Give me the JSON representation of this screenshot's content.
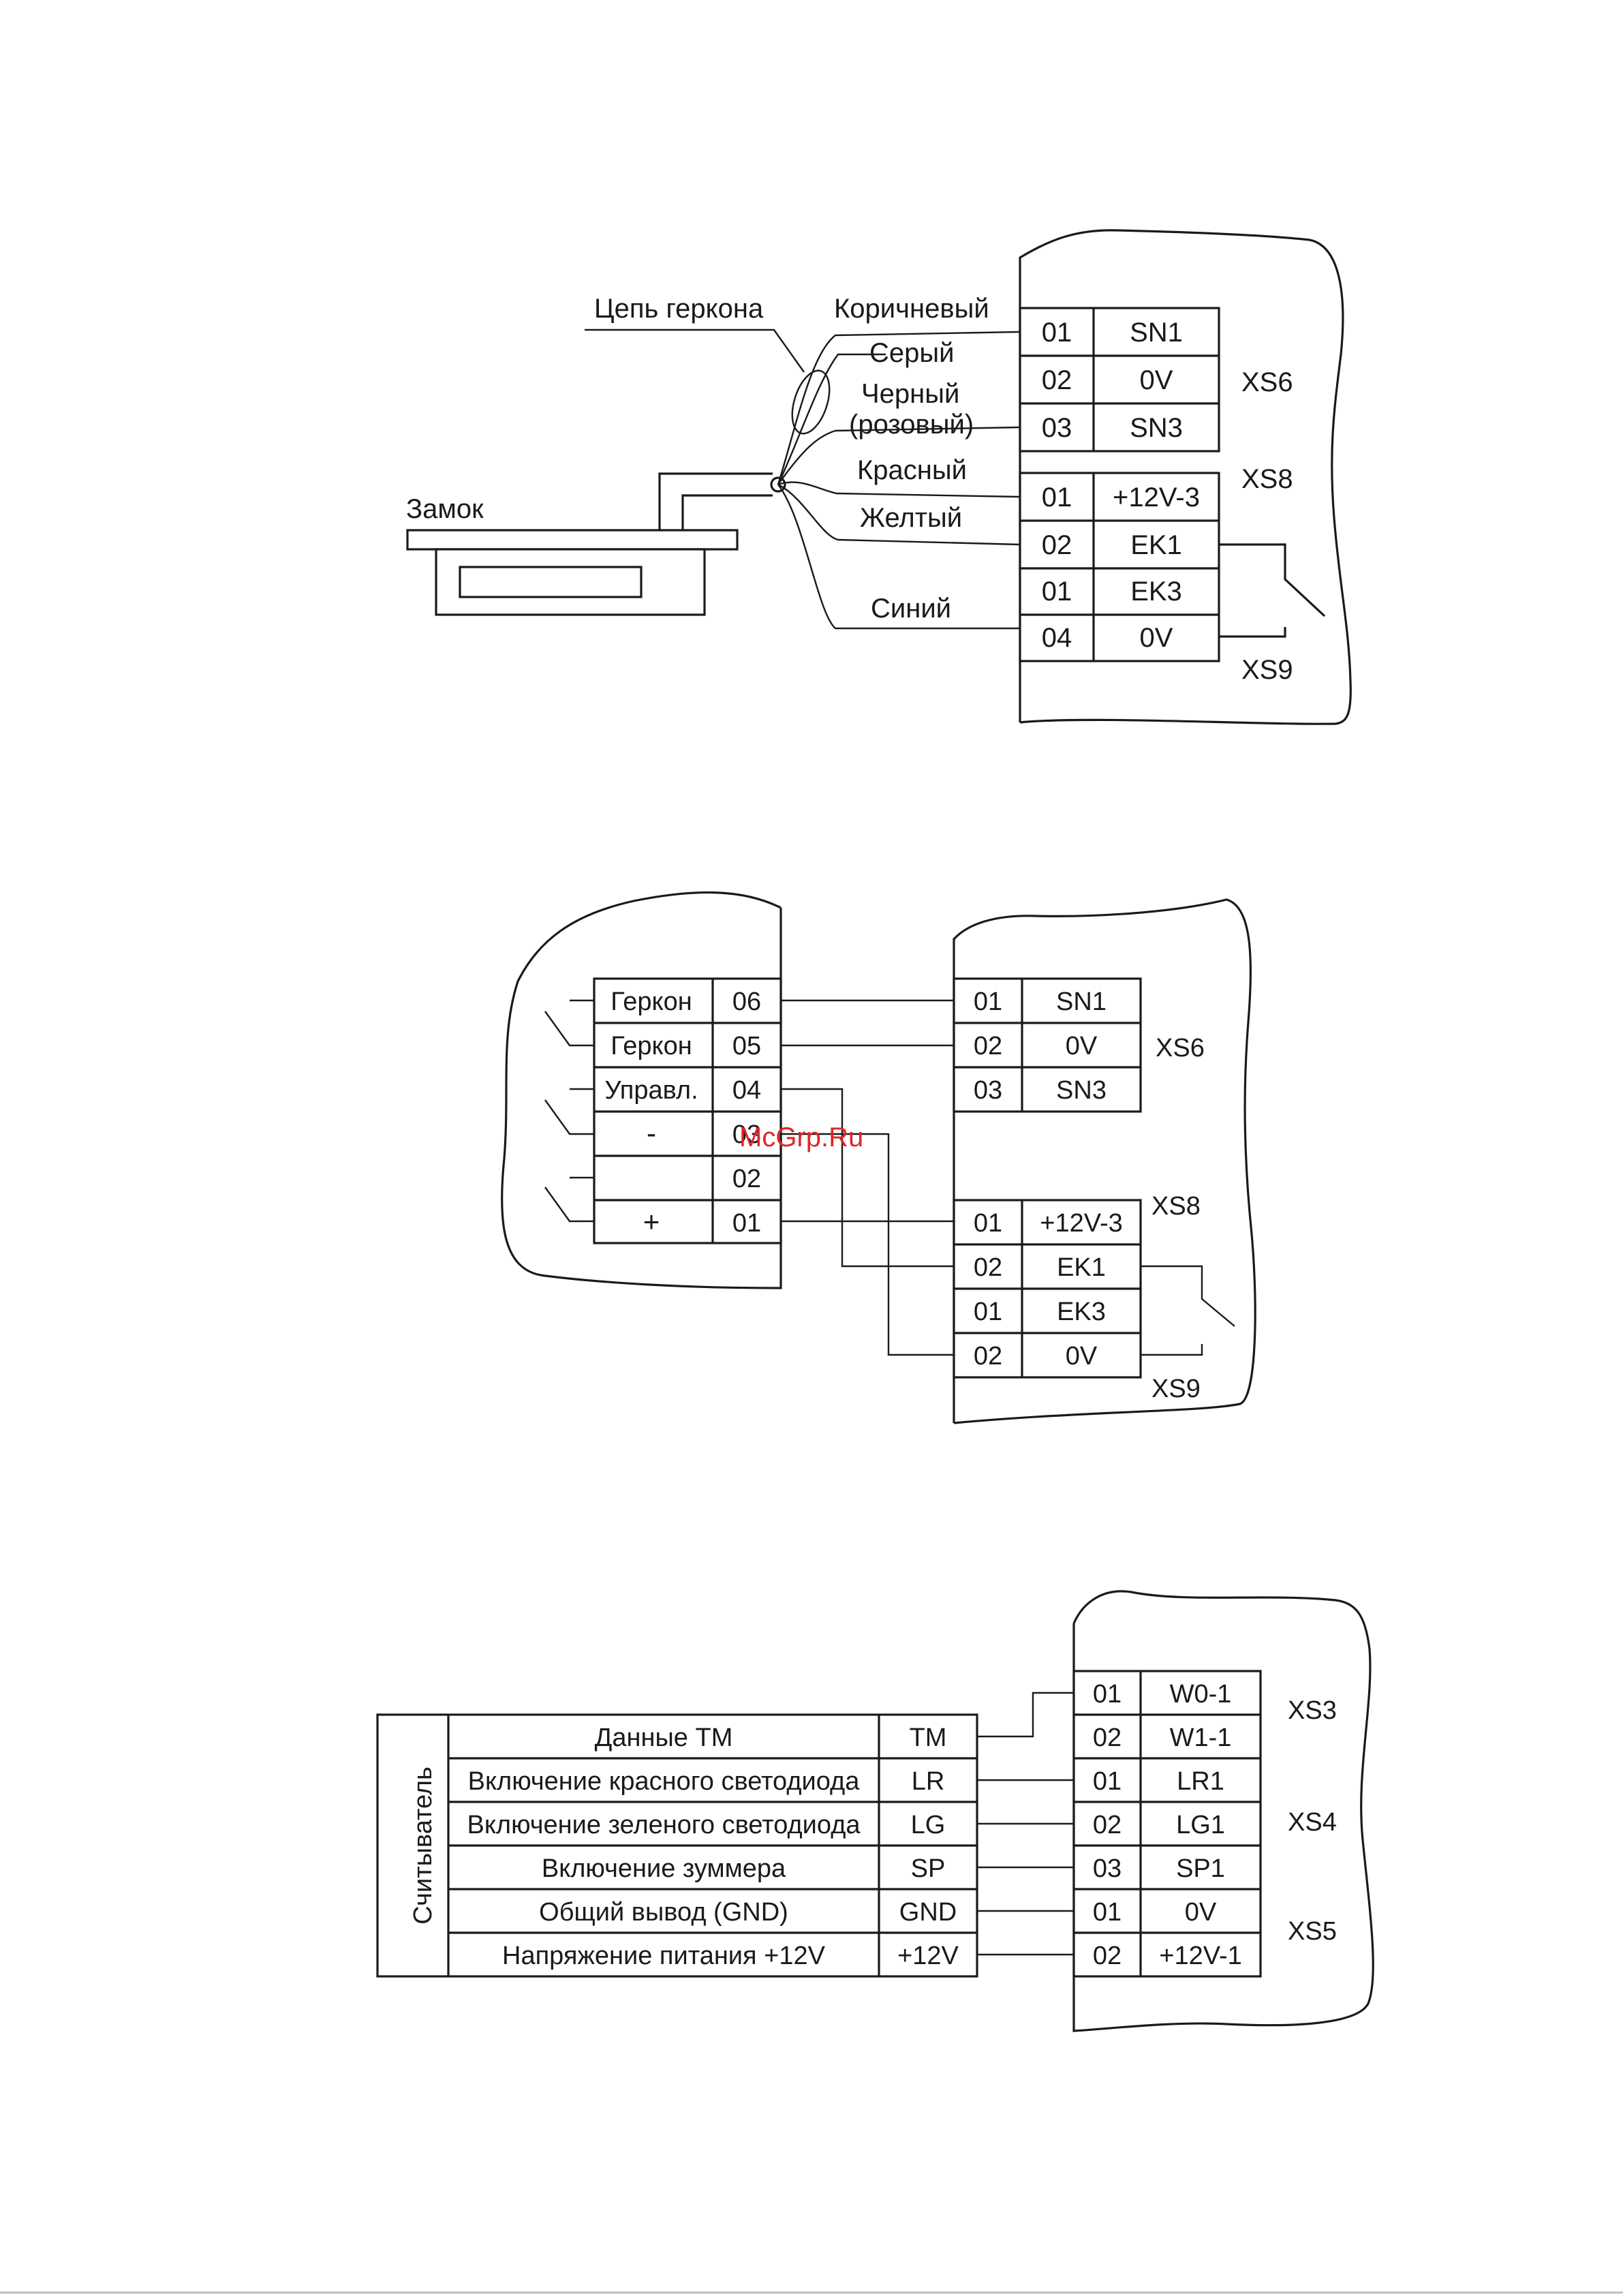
{
  "watermark": {
    "text": "McGrp.Ru",
    "color": "#e0262a"
  },
  "diagram1": {
    "reed_circuit_label": "Цепь геркона",
    "lock_label": "Замок",
    "wire_labels": {
      "brown": "Коричневый",
      "gray": "Серый",
      "black_line1": "Черный",
      "black_line2": "(розовый)",
      "red": "Красный",
      "yellow": "Желтый",
      "blue": "Синий"
    },
    "xs6": {
      "name": "XS6",
      "rows": [
        {
          "pin": "01",
          "signal": "SN1"
        },
        {
          "pin": "02",
          "signal": "0V"
        },
        {
          "pin": "03",
          "signal": "SN3"
        }
      ]
    },
    "xs8": {
      "name": "XS8",
      "rows": [
        {
          "pin": "01",
          "signal": "+12V-3"
        },
        {
          "pin": "02",
          "signal": "EK1"
        }
      ]
    },
    "xs9": {
      "name": "XS9",
      "rows": [
        {
          "pin": "01",
          "signal": "EK3"
        },
        {
          "pin": "04",
          "signal": "0V"
        }
      ]
    }
  },
  "diagram2": {
    "left_block": {
      "rows": [
        {
          "label": "Геркон",
          "pin": "06"
        },
        {
          "label": "Геркон",
          "pin": "05"
        },
        {
          "label": "Управл.",
          "pin": "04"
        },
        {
          "label": "-",
          "pin": "03"
        },
        {
          "label": "",
          "pin": "02"
        },
        {
          "label": "+",
          "pin": "01"
        }
      ]
    },
    "xs6": {
      "name": "XS6",
      "rows": [
        {
          "pin": "01",
          "signal": "SN1"
        },
        {
          "pin": "02",
          "signal": "0V"
        },
        {
          "pin": "03",
          "signal": "SN3"
        }
      ]
    },
    "xs8": {
      "name": "XS8",
      "rows": [
        {
          "pin": "01",
          "signal": "+12V-3"
        },
        {
          "pin": "02",
          "signal": "EK1"
        }
      ]
    },
    "xs9": {
      "name": "XS9",
      "rows": [
        {
          "pin": "01",
          "signal": "EK3"
        },
        {
          "pin": "02",
          "signal": "0V"
        }
      ]
    }
  },
  "diagram3": {
    "reader_label": "Считыватель",
    "reader_rows": [
      {
        "function": "Данные TM",
        "signal": "TM"
      },
      {
        "function": "Включение красного светодиода",
        "signal": "LR"
      },
      {
        "function": "Включение зеленого светодиода",
        "signal": "LG"
      },
      {
        "function": "Включение зуммера",
        "signal": "SP"
      },
      {
        "function": "Общий вывод (GND)",
        "signal": "GND"
      },
      {
        "function": "Напряжение питания +12V",
        "signal": "+12V"
      }
    ],
    "controller_rows": [
      {
        "pin": "01",
        "signal": "W0-1"
      },
      {
        "pin": "02",
        "signal": "W1-1"
      },
      {
        "pin": "01",
        "signal": "LR1"
      },
      {
        "pin": "02",
        "signal": "LG1"
      },
      {
        "pin": "03",
        "signal": "SP1"
      },
      {
        "pin": "01",
        "signal": "0V"
      },
      {
        "pin": "02",
        "signal": "+12V-1"
      }
    ],
    "connector_names": {
      "xs3": "XS3",
      "xs4": "XS4",
      "xs5": "XS5"
    }
  }
}
